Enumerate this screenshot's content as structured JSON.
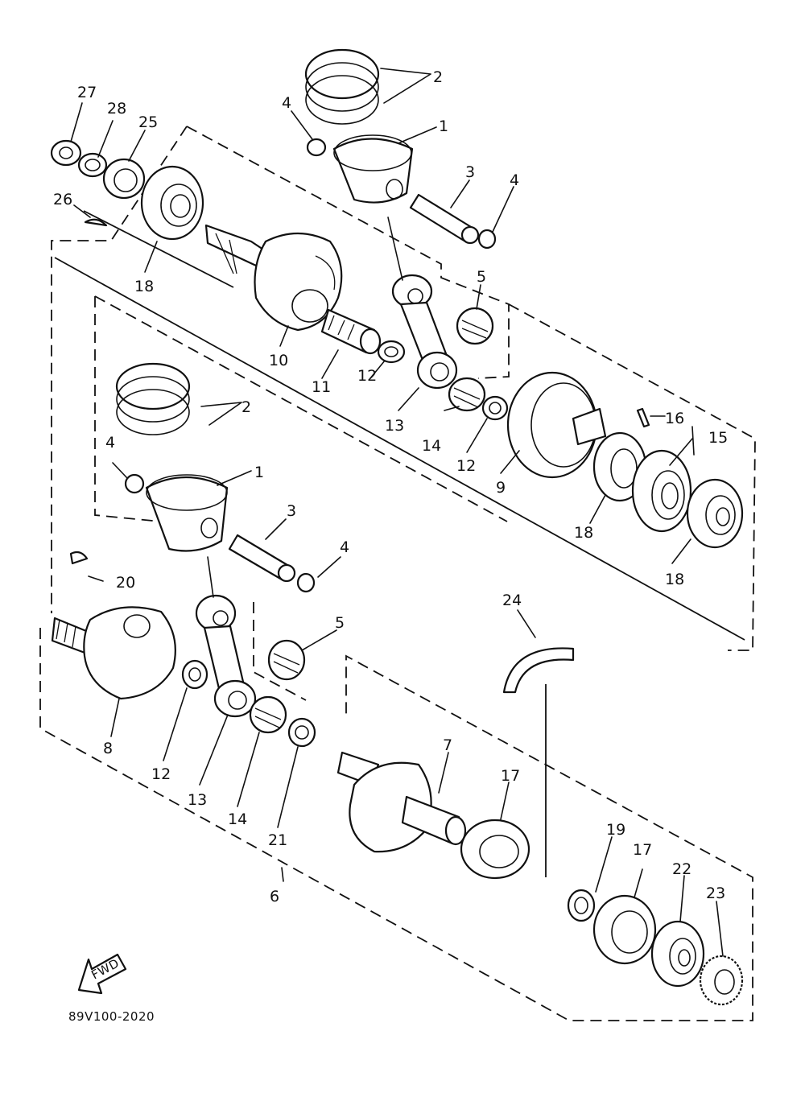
{
  "diagram": {
    "drawing_code": "89V100-2020",
    "fwd_label": "FWD",
    "callouts": {
      "c27": "27",
      "c28": "28",
      "c25": "25",
      "c26": "26",
      "c18a": "18",
      "c2a": "2",
      "c4a": "4",
      "c1a": "1",
      "c3a": "3",
      "c4b": "4",
      "c5a": "5",
      "c10": "10",
      "c11": "11",
      "c12a": "12",
      "c13a": "13",
      "c14a": "14",
      "c12b": "12",
      "c9": "9",
      "c16": "16",
      "c15": "15",
      "c18b": "18",
      "c18c": "18",
      "c2b": "2",
      "c4c": "4",
      "c1b": "1",
      "c3b": "3",
      "c4d": "4",
      "c20": "20",
      "c5b": "5",
      "c24": "24",
      "c8": "8",
      "c12c": "12",
      "c13b": "13",
      "c14b": "14",
      "c21": "21",
      "c7": "7",
      "c17a": "17",
      "c6": "6",
      "c19": "19",
      "c17b": "17",
      "c22": "22",
      "c23": "23"
    }
  }
}
